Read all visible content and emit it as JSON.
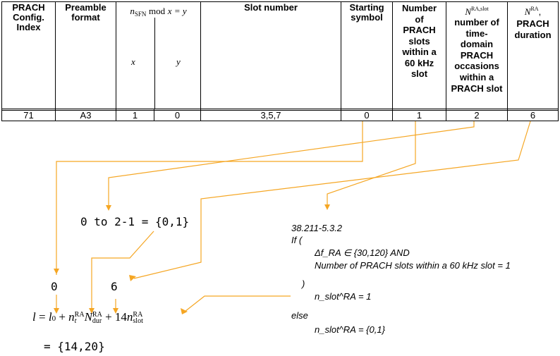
{
  "table": {
    "headers": {
      "index": "PRACH Config. Index",
      "format": "Preamble format",
      "sfn_expr": "n_SFN mod x = y",
      "x": "x",
      "y": "y",
      "slot": "Slot number",
      "start": "Starting symbol",
      "num_slots": "Number of PRACH slots within a 60 kHz slot",
      "occasions_sym": "N_t^RA,slot ,",
      "occasions_text": "number of time-domain PRACH occasions within a PRACH slot",
      "duration_sym": "N_dur^RA ,",
      "duration_text": "PRACH duration"
    },
    "row": {
      "index": "71",
      "format": "A3",
      "x": "1",
      "y": "0",
      "slot": "3,5,7",
      "start": "0",
      "num_slots": "1",
      "occasions": "2",
      "duration": "6"
    }
  },
  "annotations": {
    "range": "0 to 2-1 = {0,1}",
    "val_zero": "0",
    "val_six": "6",
    "result": "= {14,20}",
    "spec_ref": "38.211-5.3.2",
    "if_open": "If (",
    "cond1": "Δf_RA ∈ {30,120}    AND",
    "cond2": "Number of PRACH slots within a 60 kHz slot = 1",
    "close_paren": ")",
    "nslot_1": "n_slot^RA = 1",
    "else": "else",
    "nslot_2": "n_slot^RA = {0,1}"
  },
  "colors": {
    "arrow": "#f5a623",
    "text": "#000000"
  }
}
